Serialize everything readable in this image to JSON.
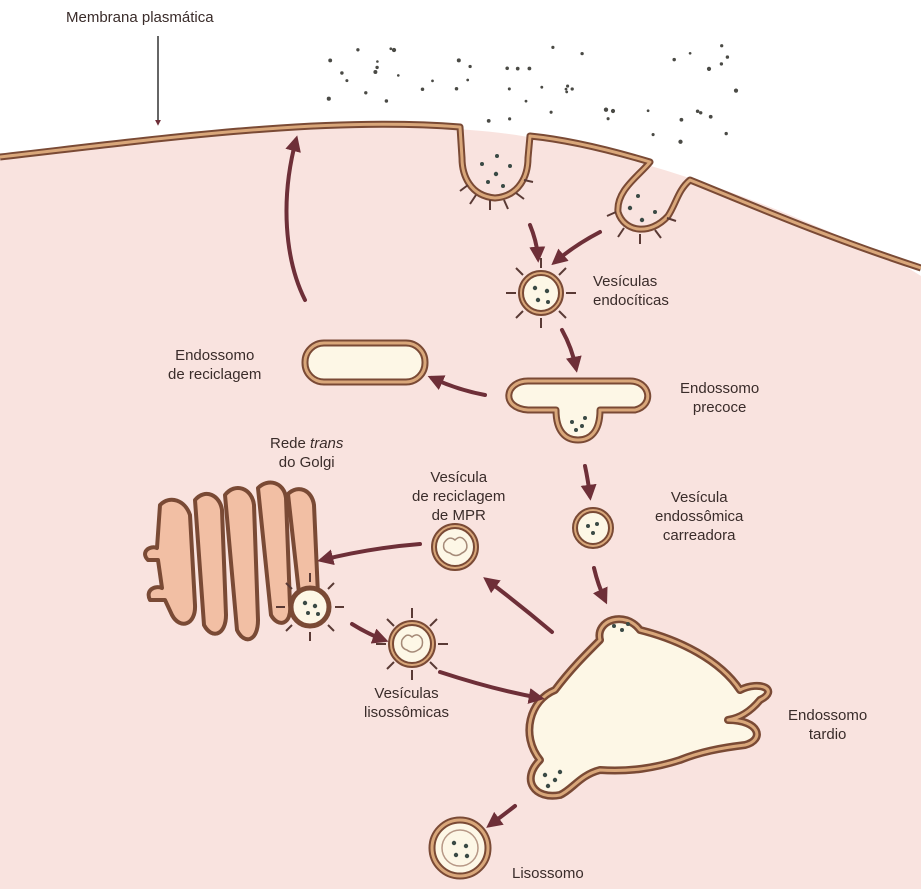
{
  "colors": {
    "cytoplasm": "#f9e3df",
    "membrane_dark": "#7a4a35",
    "membrane_light": "#d9a77a",
    "lumen": "#fdf7e6",
    "arrow": "#6e2f38",
    "golgi_fill": "#f2bfa4",
    "label_text": "#3a2c2a"
  },
  "labels": {
    "plasma_membrane": "Membrana plasmática",
    "endocytic_vesicles": [
      "Vesículas",
      "endocíticas"
    ],
    "recycling_endosome": [
      "Endossomo",
      "de reciclagem"
    ],
    "early_endosome": [
      "Endossomo",
      "precoce"
    ],
    "trans_golgi": {
      "prefix": "Rede ",
      "italic": "trans",
      "line2": "do Golgi"
    },
    "mpr_recycling_vesicle": [
      "Vesícula",
      "de reciclagem",
      "de MPR"
    ],
    "endosomal_carrier_vesicle": [
      "Vesícula",
      "endossômica",
      "carreadora"
    ],
    "lysosomal_vesicles": [
      "Vesículas",
      "lisossômicas"
    ],
    "late_endosome": [
      "Endossomo",
      "tardio"
    ],
    "lysosome": "Lisossomo"
  }
}
